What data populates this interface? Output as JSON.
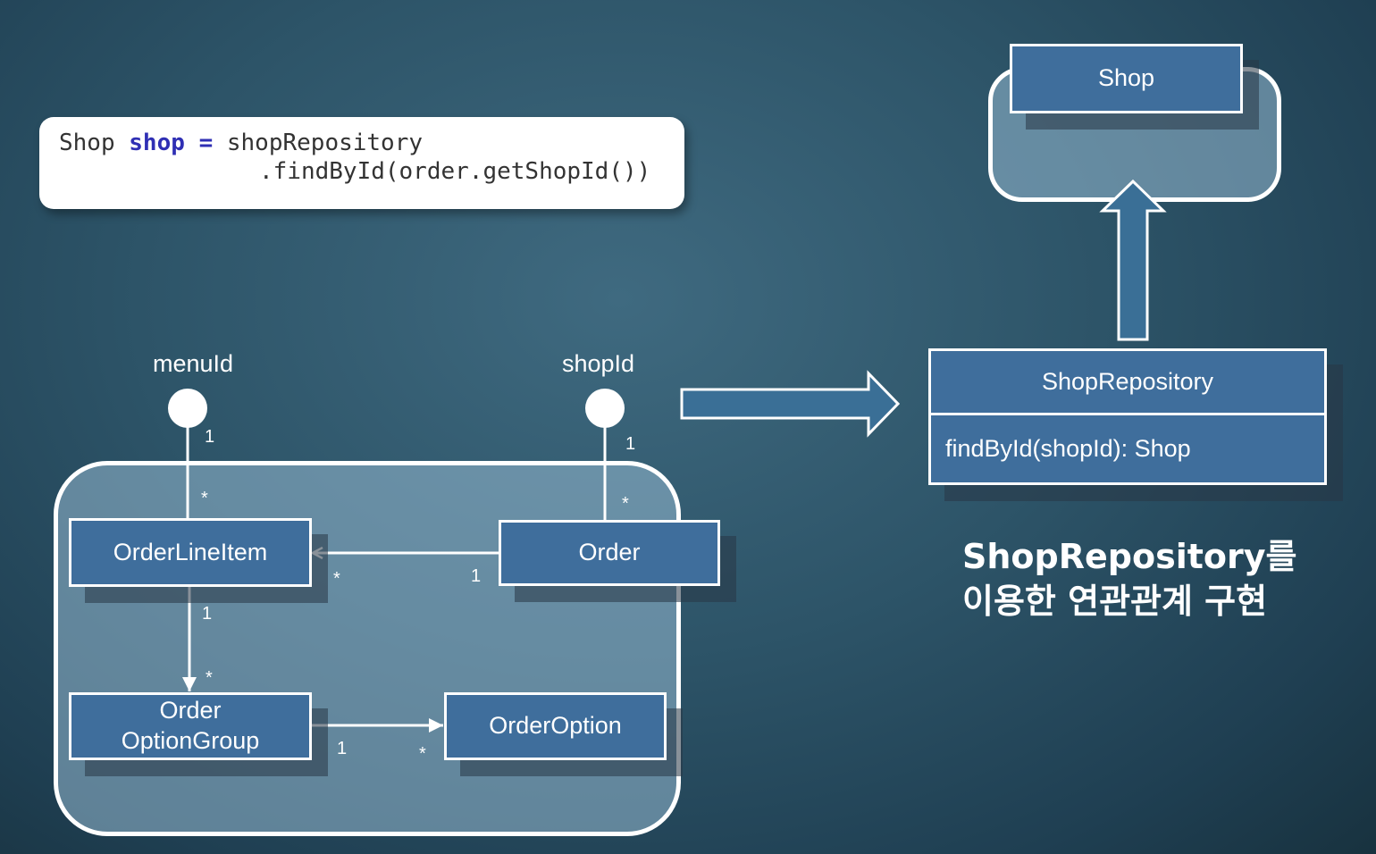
{
  "code": {
    "type_name": "Shop",
    "var_name": "shop",
    "operator": "=",
    "line1_rest": "shopRepository",
    "line2": ".findById(order.getShopId())"
  },
  "left_model": {
    "interfaces": {
      "menu_id": "menuId",
      "shop_id": "shopId"
    },
    "classes": {
      "order_line_item": "OrderLineItem",
      "order": "Order",
      "order_option_group_line1": "Order",
      "order_option_group_line2": "OptionGroup",
      "order_option": "OrderOption"
    },
    "multiplicities": {
      "menu_one": "1",
      "menu_many": "*",
      "shop_one": "1",
      "shop_many": "*",
      "order_to_line_many": "*",
      "order_to_line_one": "1",
      "line_to_group_one": "1",
      "line_to_group_many": "*",
      "group_to_option_one": "1",
      "group_to_option_many": "*"
    }
  },
  "right_model": {
    "shop": "Shop",
    "repository": {
      "name": "ShopRepository",
      "method": "findById(shopId): Shop"
    },
    "caption_line1": "ShopRepository를",
    "caption_line2": "이용한 연관관계 구현"
  }
}
